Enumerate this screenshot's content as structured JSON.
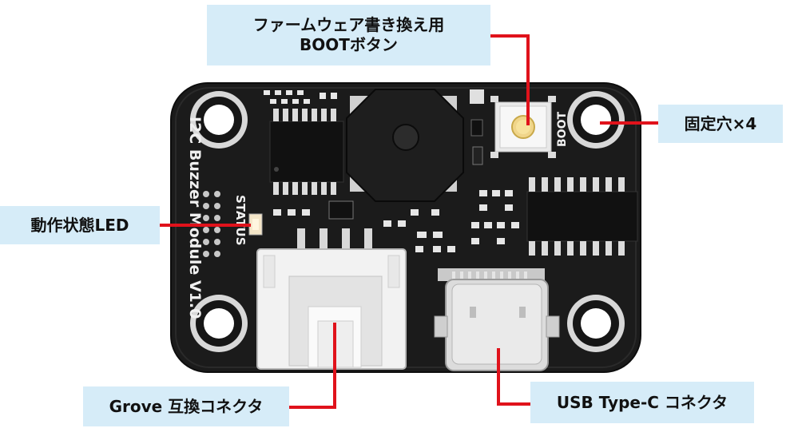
{
  "board": {
    "silkscreen_title": "I2C Buzzer Module V1.0",
    "silkscreen_status": "STATUS",
    "silkscreen_boot": "BOOT"
  },
  "callouts": {
    "boot_button": {
      "line1": "ファームウェア書き換え用",
      "line2": "BOOTボタン"
    },
    "mount_holes": "固定穴×4",
    "status_led": "動作状態LED",
    "grove": "Grove 互換コネクタ",
    "usb": "USB Type-C コネクタ"
  },
  "colors": {
    "callout_bg": "#d6ecf8",
    "leader": "#e0121b",
    "pcb": "#1a1a1a",
    "silkscreen": "#f0f0f0"
  }
}
